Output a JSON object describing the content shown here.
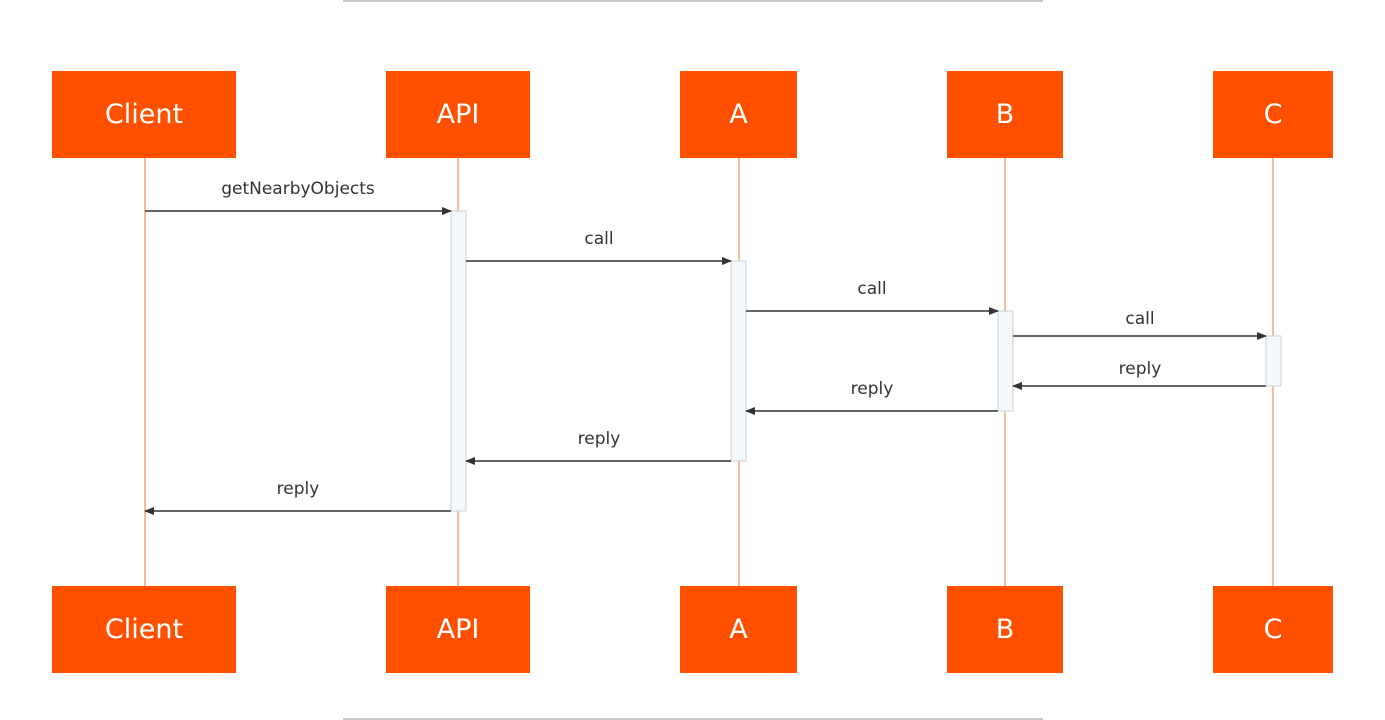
{
  "colors": {
    "actor_fill": "#FF5000",
    "actor_text": "#FFFFFF",
    "lifeline": "#E8792F",
    "activation_fill": "#F4F8FB",
    "activation_stroke": "#C9D3DA",
    "message": "#333333",
    "rule": "#B5B5B5"
  },
  "actors": [
    {
      "id": "client",
      "label": "Client"
    },
    {
      "id": "api",
      "label": "API"
    },
    {
      "id": "a",
      "label": "A"
    },
    {
      "id": "b",
      "label": "B"
    },
    {
      "id": "c",
      "label": "C"
    }
  ],
  "messages": [
    {
      "from": "client",
      "to": "api",
      "label": "getNearbyObjects"
    },
    {
      "from": "api",
      "to": "a",
      "label": "call"
    },
    {
      "from": "a",
      "to": "b",
      "label": "call"
    },
    {
      "from": "b",
      "to": "c",
      "label": "call"
    },
    {
      "from": "c",
      "to": "b",
      "label": "reply"
    },
    {
      "from": "b",
      "to": "a",
      "label": "reply"
    },
    {
      "from": "a",
      "to": "api",
      "label": "reply"
    },
    {
      "from": "api",
      "to": "client",
      "label": "reply"
    }
  ]
}
